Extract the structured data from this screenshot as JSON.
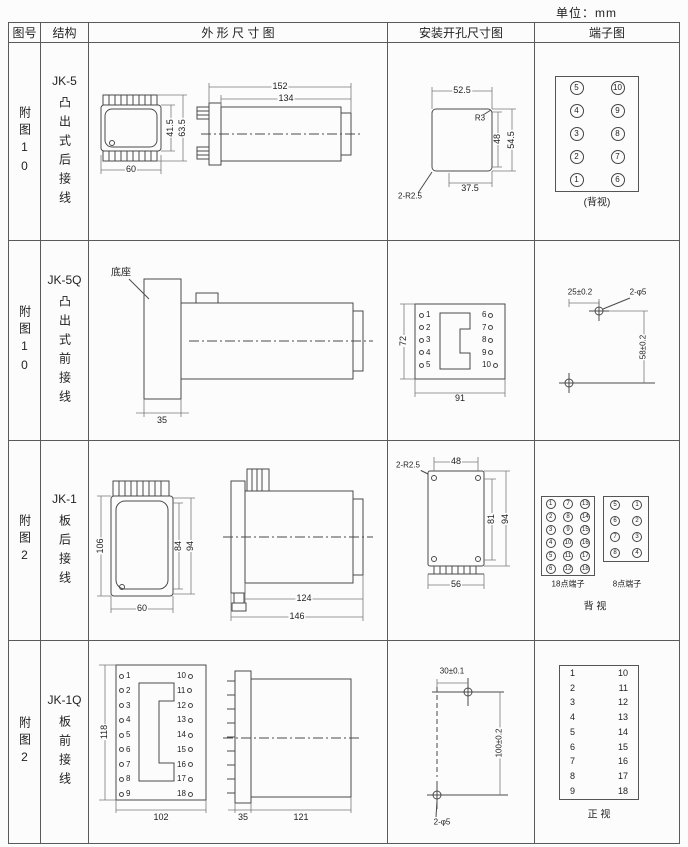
{
  "unit": "单位：mm",
  "headers": {
    "fig": "图号",
    "structure": "结构",
    "outline": "外 形 尺 寸 图",
    "mounting": "安装开孔尺寸图",
    "terminal": "端子图"
  },
  "rows": [
    {
      "fig": "附图10",
      "model": "JK-5",
      "structure": "凸出式后接线",
      "outline": {
        "overall_len": "152",
        "body_len": "134",
        "height_inner": "41.5",
        "height_outer": "63.5",
        "width": "60"
      },
      "hole": {
        "width_top": "52.5",
        "corner_r": "R3",
        "height_inner": "48",
        "height_outer": "54.5",
        "width_bottom": "37.5",
        "slot_note": "2-R2.5"
      },
      "terminal": {
        "numbers": [
          "5",
          "10",
          "4",
          "9",
          "3",
          "8",
          "2",
          "7",
          "1",
          "6"
        ],
        "caption": "(背视)"
      }
    },
    {
      "fig": "附图10",
      "model": "JK-5Q",
      "structure": "凸出式前接线",
      "outline": {
        "base_label": "底座",
        "base_width": "35"
      },
      "hole": {
        "height": "72",
        "width": "91",
        "left_terminals": [
          "1",
          "2",
          "3",
          "4",
          "5"
        ],
        "right_terminals": [
          "6",
          "7",
          "8",
          "9",
          "10"
        ]
      },
      "terminal": {
        "hole_pitch_h": "25±0.2",
        "hole_note": "2-φ5",
        "hole_pitch_v": "58±0.2"
      }
    },
    {
      "fig": "附图2",
      "model": "JK-1",
      "structure": "板后接线",
      "outline": {
        "height": "106",
        "height_inner": "84",
        "height_outer": "94",
        "width": "60",
        "body_len": "124",
        "overall_len": "146"
      },
      "hole": {
        "corner_note": "2-R2.5",
        "width_top": "48",
        "height_inner": "81",
        "height_outer": "94",
        "width_bottom": "56"
      },
      "terminal": {
        "grid18": [
          "1",
          "7",
          "13",
          "2",
          "8",
          "14",
          "3",
          "9",
          "15",
          "4",
          "10",
          "16",
          "5",
          "11",
          "17",
          "6",
          "12",
          "18"
        ],
        "grid8": [
          "5",
          "1",
          "6",
          "2",
          "7",
          "3",
          "8",
          "4"
        ],
        "caption18": "18点端子",
        "caption8": "8点端子",
        "view": "背 视"
      }
    },
    {
      "fig": "附图2",
      "model": "JK-1Q",
      "structure": "板前接线",
      "outline": {
        "height": "118",
        "width": "102",
        "flange_width": "35",
        "body_len": "121",
        "left_terminals": [
          "1",
          "2",
          "3",
          "4",
          "5",
          "6",
          "7",
          "8",
          "9"
        ],
        "right_terminals": [
          "10",
          "11",
          "12",
          "13",
          "14",
          "15",
          "16",
          "17",
          "18"
        ]
      },
      "hole": {
        "pitch_h": "30±0.1",
        "pitch_v": "100±0.2",
        "hole_note": "2-φ5"
      },
      "terminal": {
        "pairs": [
          [
            "1",
            "10"
          ],
          [
            "2",
            "11"
          ],
          [
            "3",
            "12"
          ],
          [
            "4",
            "13"
          ],
          [
            "5",
            "14"
          ],
          [
            "6",
            "15"
          ],
          [
            "7",
            "16"
          ],
          [
            "8",
            "17"
          ],
          [
            "9",
            "18"
          ]
        ],
        "view": "正 视"
      }
    }
  ]
}
